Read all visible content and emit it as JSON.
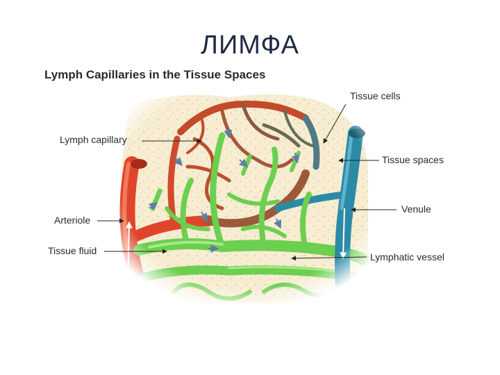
{
  "slide": {
    "title": "ЛИМФА"
  },
  "figure": {
    "title": "Lymph Capillaries in the Tissue Spaces",
    "labels": {
      "tissue_cells": "Tissue cells",
      "lymph_capillary": "Lymph capillary",
      "tissue_spaces": "Tissue spaces",
      "arteriole": "Arteriole",
      "venule": "Venule",
      "tissue_fluid": "Tissue fluid",
      "lymphatic_vessel": "Lymphatic vessel"
    },
    "colors": {
      "arterial": "#e0452b",
      "venous": "#2b8aa6",
      "capillary_mid": "#9c5a3a",
      "lymphatic": "#6ccf4f",
      "tissue": "#f6edd2",
      "flow_arrows": "#5e7fa0"
    }
  }
}
